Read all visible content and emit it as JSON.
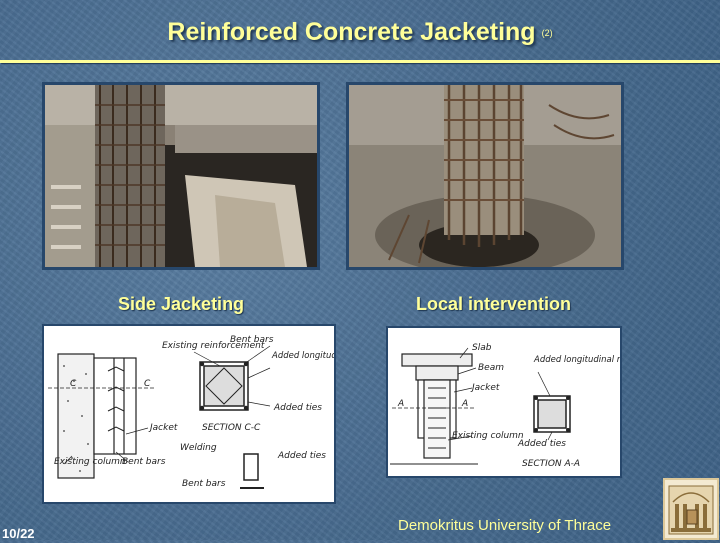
{
  "title": {
    "main": "Reinforced Concrete Jacketing",
    "sub": "(2)"
  },
  "captions": {
    "left": "Side Jacketing",
    "right": "Local intervention"
  },
  "drawing_left": {
    "existing_reinforcement": "Existing reinforcement",
    "bent_bars_top": "Bent bars",
    "added_longitudinal": "Added longitudinal reinforcement",
    "added_ties": "Added ties",
    "section": "SECTION C-C",
    "jacket": "Jacket",
    "welding": "Welding",
    "added_ties_2": "Added ties",
    "existing_column": "Existing column",
    "bent_bars_bottom": "Bent bars",
    "bent_bars_detail": "Bent bars",
    "c_left": "C",
    "c_right": "C"
  },
  "drawing_right": {
    "slab": "Slab",
    "beam": "Beam",
    "jacket": "Jacket",
    "existing_column": "Existing column",
    "added_longitudinal": "Added longitudinal reinforcement",
    "added_ties": "Added ties",
    "section": "SECTION A-A",
    "a_left": "A",
    "a_right": "A"
  },
  "footer": {
    "page": "10/22",
    "university": "Demokritus University of Thrace"
  }
}
